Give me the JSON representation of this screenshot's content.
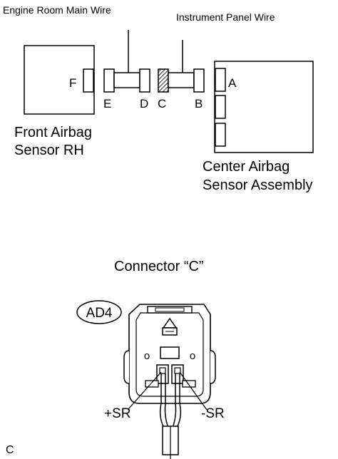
{
  "wiring": {
    "wire_engine_room": "Engine Room Main Wire",
    "wire_instrument_panel": "Instrument Panel Wire",
    "front_sensor_line1": "Front Airbag",
    "front_sensor_line2": "Sensor RH",
    "center_sensor_line1": "Center Airbag",
    "center_sensor_line2": "Sensor Assembly",
    "conn_f": "F",
    "conn_e": "E",
    "conn_d": "D",
    "conn_c": "C",
    "conn_b": "B",
    "conn_a": "A"
  },
  "connector_view": {
    "title": "Connector “C”",
    "code": "AD4",
    "pin_plus": "+SR",
    "pin_minus": "-SR",
    "pin_mark_left": "o",
    "pin_mark_right": "o"
  },
  "corner_label": "C",
  "colors": {
    "line": "#000000",
    "background": "#ffffff"
  }
}
